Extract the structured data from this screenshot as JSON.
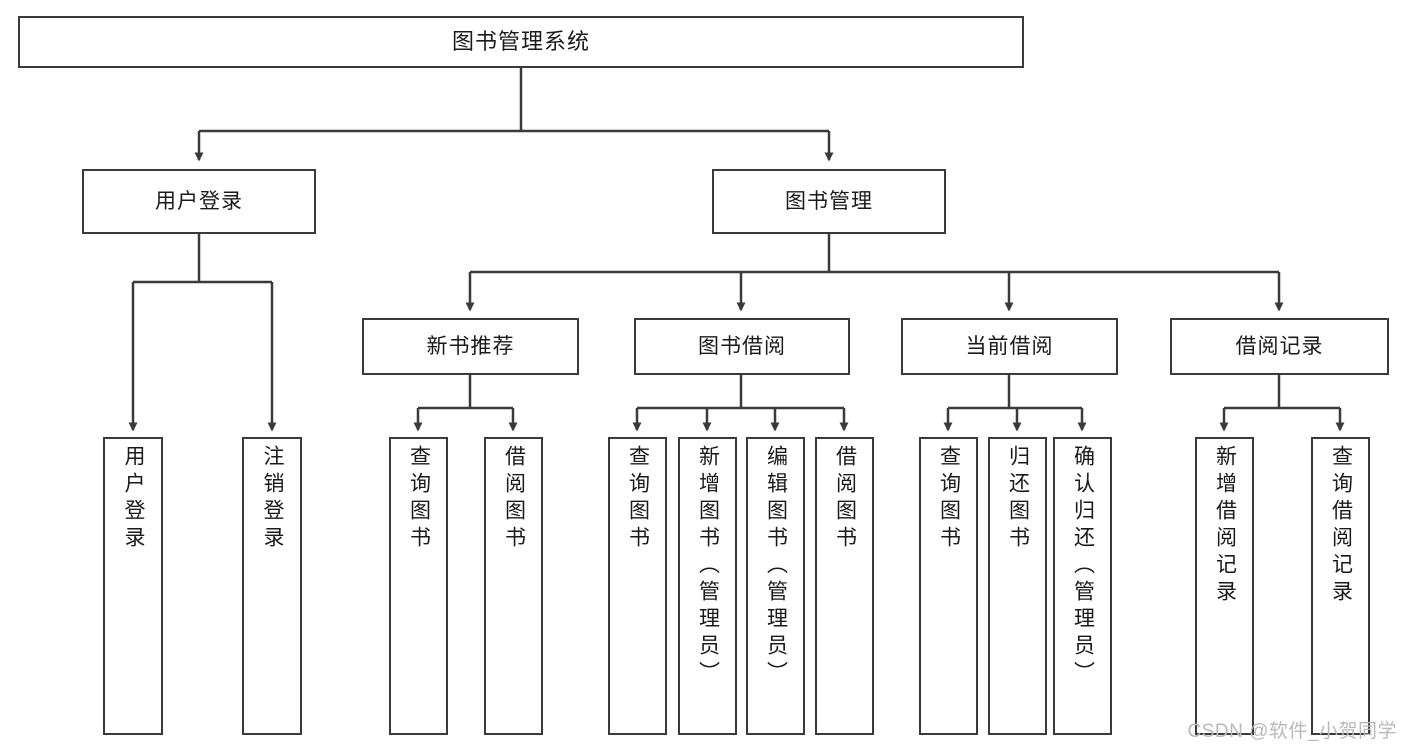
{
  "diagram": {
    "title": "图书管理系统",
    "type": "functional-structure-tree",
    "colors": {
      "box_border": "#3a3a3a",
      "box_fill": "#ffffff",
      "connector": "#3a3a3a",
      "text": "#1a1a1a",
      "watermark": "#b9b9b9",
      "background": "#ffffff"
    },
    "root": {
      "label": "图书管理系统"
    },
    "level2": [
      {
        "label": "用户登录"
      },
      {
        "label": "图书管理"
      }
    ],
    "level3": [
      {
        "label": "新书推荐"
      },
      {
        "label": "图书借阅"
      },
      {
        "label": "当前借阅"
      },
      {
        "label": "借阅记录"
      }
    ],
    "leaves": {
      "user_login": [
        {
          "label": "用户登录"
        },
        {
          "label": "注销登录"
        }
      ],
      "new_book_recommend": [
        {
          "label": "查询图书"
        },
        {
          "label": "借阅图书"
        }
      ],
      "book_borrow": [
        {
          "label": "查询图书"
        },
        {
          "label": "新增图书（管理员）"
        },
        {
          "label": "编辑图书（管理员）"
        },
        {
          "label": "借阅图书"
        }
      ],
      "current_borrow": [
        {
          "label": "查询图书"
        },
        {
          "label": "归还图书"
        },
        {
          "label": "确认归还（管理员）"
        }
      ],
      "borrow_record": [
        {
          "label": "新增借阅记录"
        },
        {
          "label": "查询借阅记录"
        }
      ]
    }
  },
  "watermark": {
    "text": "CSDN @软件_小贺同学"
  }
}
